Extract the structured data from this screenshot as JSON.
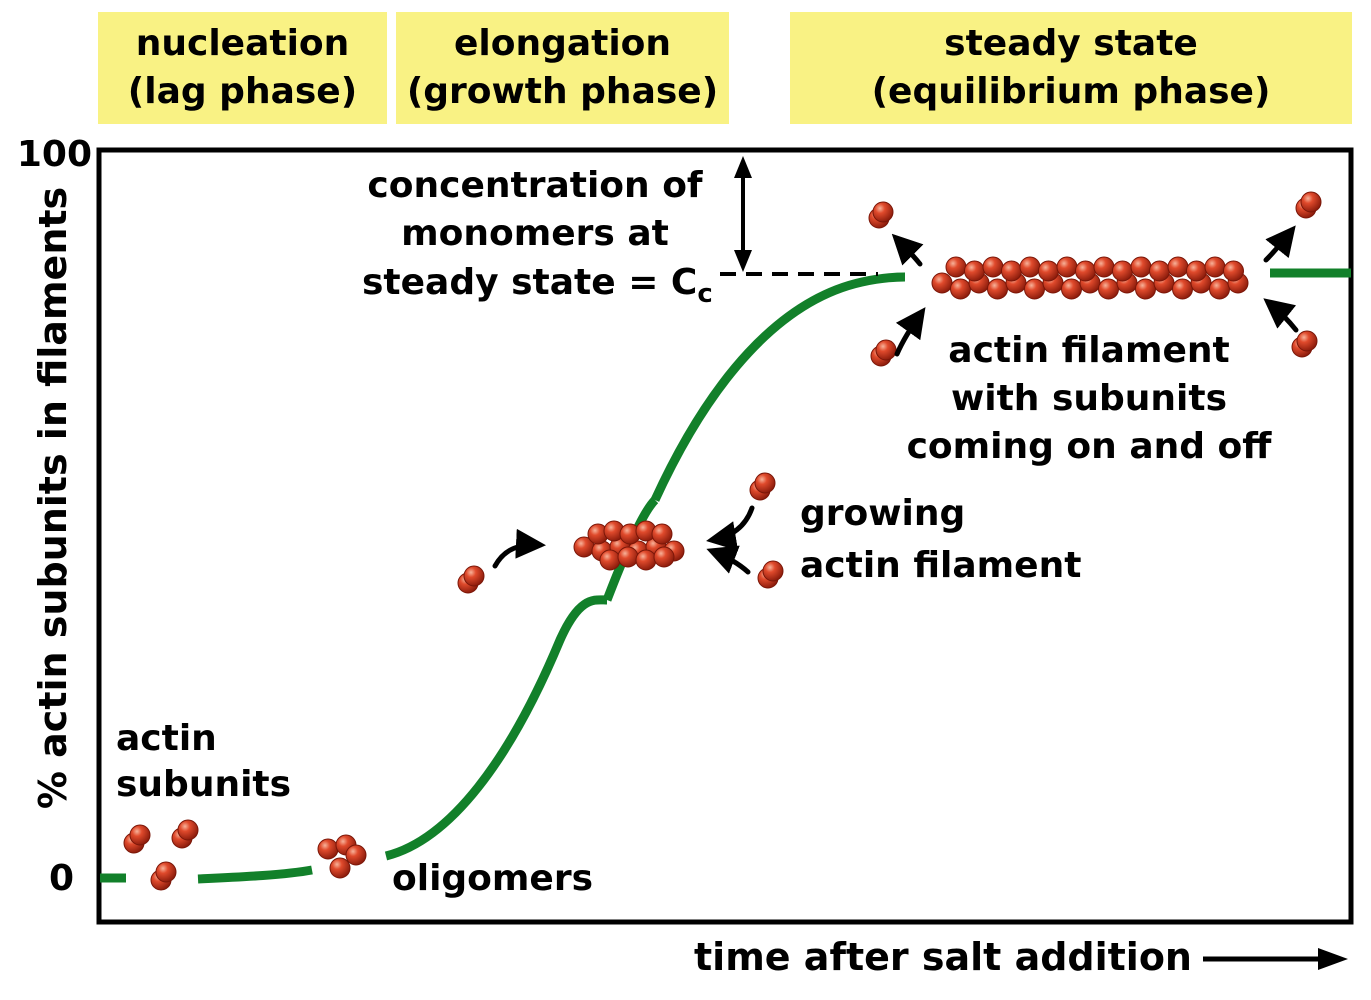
{
  "phases": [
    {
      "line1": "nucleation",
      "line2": "(lag phase)"
    },
    {
      "line1": "elongation",
      "line2": "(growth phase)"
    },
    {
      "line1": "steady state",
      "line2": "(equilibrium phase)"
    }
  ],
  "axes": {
    "y_label": "% actin subunits in filaments",
    "x_label": "time after salt addition",
    "y_top": "100",
    "y_bottom": "0"
  },
  "annotations": {
    "actin_subunits": [
      "actin",
      "subunits"
    ],
    "oligomers": "oligomers",
    "growing": [
      "growing",
      "actin filament"
    ],
    "concentration": [
      "concentration of",
      "monomers at",
      "steady state = C"
    ],
    "cc_subscript": "c",
    "filament": [
      "actin filament",
      "with subunits",
      "coming on and off"
    ]
  },
  "colors": {
    "curve": "#12802a",
    "phase_box": "#f9f284",
    "subunit_fill": "#d23a20",
    "subunit_dark": "#8c1c0c",
    "subunit_highlight": "#f7b39a"
  }
}
